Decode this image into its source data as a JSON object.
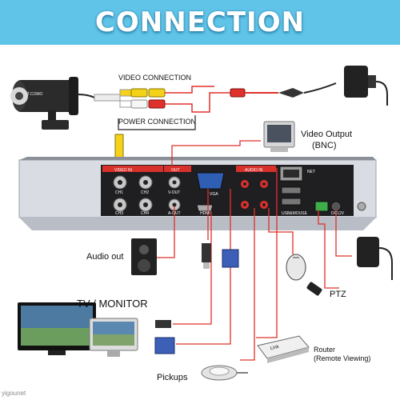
{
  "header": {
    "title": "CONNECTION"
  },
  "labels": {
    "video_connection": "VIDEO CONNECTION",
    "power_connection": "POWER CONNECTION",
    "video_output": "Video Output",
    "video_output_bnc": "(BNC)",
    "audio_out": "Audio out",
    "tv_monitor": "TV / MONITOR",
    "ptz": "PTZ",
    "router": "Router",
    "router_note": "(Remote Viewing)",
    "pickups": "Pickups",
    "camera_brand": "T.COMO"
  },
  "panel": {
    "video_in": "VIDEO IN",
    "audio_in": "AUDIO IN",
    "out": "OUT",
    "vga": "VGA",
    "hdmi": "HDMI",
    "v_out": "V-OUT",
    "a_out": "A-OUT",
    "net": "NET",
    "usb_mouse": "USB&MOUSE",
    "dc12v": "DC12V",
    "ch1": "CH1",
    "ch2": "CH2",
    "ch3": "CH3",
    "ch4": "CH4",
    "router_brand": "Link"
  },
  "colors": {
    "banner": "#5fc4e8",
    "wire": "#e0302b",
    "bnc_yellow": "#f4d21a",
    "panel": "#d9dde3"
  },
  "watermark": "yigounet"
}
